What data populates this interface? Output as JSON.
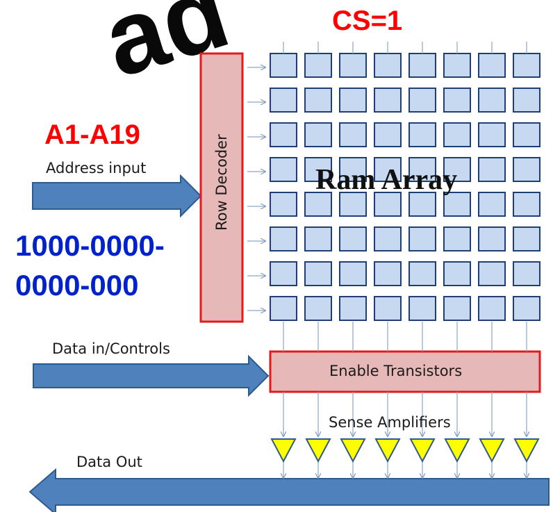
{
  "watermark": "ad",
  "chip_select": "CS=1",
  "address_lines": "A1-A19",
  "address_input_label": "Address input",
  "address_value_line1": "1000-0000-",
  "address_value_line2": "0000-000",
  "row_decoder_label": "Row Decoder",
  "ram_array_label": "Ram Array",
  "data_in_label": "Data in/Controls",
  "enable_transistors_label": "Enable Transistors",
  "sense_amplifiers_label": "Sense Amplifiers",
  "data_out_label": "Data Out",
  "colors": {
    "cell_fill": "#c6d9f1",
    "cell_stroke": "#1f3f74",
    "decoder_fill": "#e6b8b7",
    "decoder_stroke": "#e31a1a",
    "arrow_fill": "#4f81bd",
    "amp_fill": "#ffff00",
    "red_text": "#ff0000",
    "blue_text": "#0022cc"
  },
  "grid": {
    "rows": 8,
    "cols": 8
  }
}
